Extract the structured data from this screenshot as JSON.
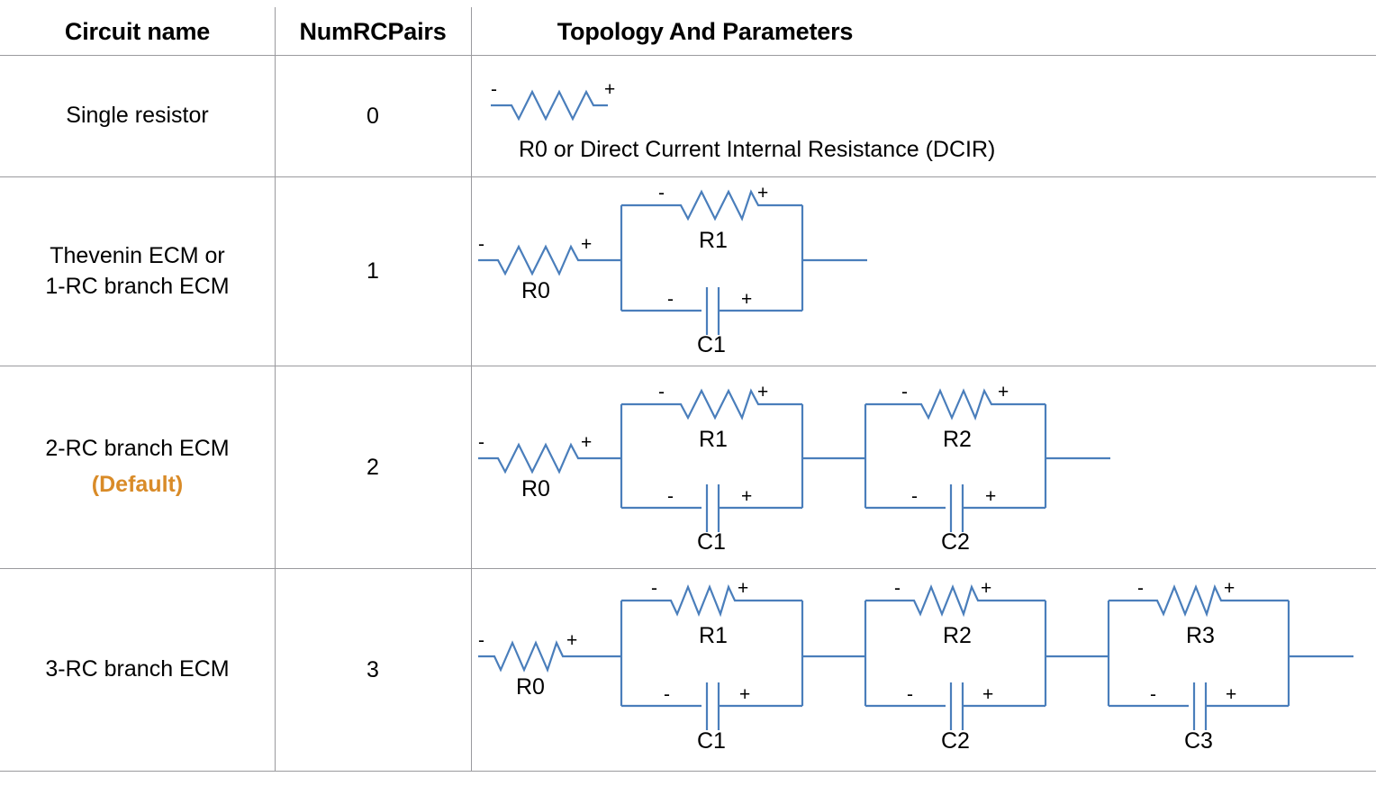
{
  "table": {
    "headers": [
      "Circuit name",
      "NumRCPairs",
      "Topology And Parameters"
    ],
    "rows": [
      {
        "circuit_name": "Single resistor",
        "num_rc_pairs": "0",
        "default_tag": "",
        "caption": "R0 or   Direct Current Internal Resistance (DCIR)",
        "series_resistor_label": "R0",
        "branches": []
      },
      {
        "circuit_name_line1": "Thevenin ECM or",
        "circuit_name_line2": "1-RC branch ECM",
        "num_rc_pairs": "1",
        "default_tag": "",
        "series_resistor_label": "R0",
        "branches": [
          {
            "resistor_label": "R1",
            "capacitor_label": "C1"
          }
        ]
      },
      {
        "circuit_name_line1": "2-RC branch ECM",
        "circuit_name_line2": "",
        "num_rc_pairs": "2",
        "default_tag": "(Default)",
        "series_resistor_label": "R0",
        "branches": [
          {
            "resistor_label": "R1",
            "capacitor_label": "C1"
          },
          {
            "resistor_label": "R2",
            "capacitor_label": "C2"
          }
        ]
      },
      {
        "circuit_name_line1": "3-RC branch ECM",
        "circuit_name_line2": "",
        "num_rc_pairs": "3",
        "default_tag": "",
        "series_resistor_label": "R0",
        "branches": [
          {
            "resistor_label": "R1",
            "capacitor_label": "C1"
          },
          {
            "resistor_label": "R2",
            "capacitor_label": "C2"
          },
          {
            "resistor_label": "R3",
            "capacitor_label": "C3"
          }
        ]
      }
    ]
  },
  "polarity": {
    "negative": "-",
    "positive": "+"
  },
  "colors": {
    "wire_blue": "#4a7ebb",
    "rule_gray": "#9a9a9e",
    "default_orange": "#d98b28",
    "text_black": "#000000",
    "background": "#ffffff"
  }
}
